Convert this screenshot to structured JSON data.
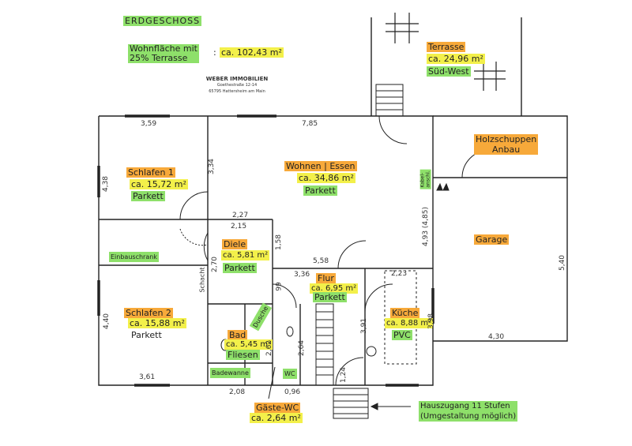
{
  "floor_title": "ERDGESCHOSS",
  "living_area": {
    "label": "Wohnfläche mit\n25% Terrasse",
    "colon": ":",
    "value": "ca. 102,43 m²"
  },
  "logo": {
    "name": "WEBER IMMOBILIEN",
    "street": "Goethestraße 12-14",
    "city": "65795 Hattersheim am Main"
  },
  "rooms": {
    "schlafen1": {
      "name": "Schlafen 1",
      "area": "ca. 15,72 m²",
      "floor": "Parkett"
    },
    "schlafen2": {
      "name": "Schlafen 2",
      "area": "ca. 15,88 m²",
      "floor": "Parkett"
    },
    "wohnen": {
      "name": "Wohnen | Essen",
      "area": "ca. 34,86 m²",
      "floor": "Parkett"
    },
    "diele": {
      "name": "Diele",
      "area": "ca. 5,81 m²",
      "floor": "Parkett"
    },
    "flur": {
      "name": "Flur",
      "area": "ca. 6,95 m²",
      "floor": "Parkett"
    },
    "bad": {
      "name": "Bad",
      "area": "ca. 5,45 m²",
      "floor": "Fliesen"
    },
    "kueche": {
      "name": "Küche",
      "area": "ca. 8,88 m²",
      "floor": "PVC"
    },
    "gaeste_wc": {
      "name": "Gäste-WC",
      "area": "ca. 2,64 m²"
    },
    "terrasse": {
      "name": "Terrasse",
      "area": "ca. 24,96 m²",
      "orientation": "Süd-West"
    },
    "holzschuppen": {
      "name": "Holzschuppen\nAnbau"
    },
    "garage": {
      "name": "Garage"
    }
  },
  "fixtures": {
    "einbauschrank": "Einbauschrank",
    "badewanne": "Badewanne",
    "dusche": "Dusche",
    "wc": "WC",
    "kabel": "Kabel-\nanschl.",
    "schacht": "Schacht"
  },
  "notes": {
    "hauszugang": "Hauszugang 11 Stufen\n(Umgestaltung möglich)"
  },
  "dimensions": {
    "d_359": "3,59",
    "d_785": "7,85",
    "d_438": "4,38",
    "d_334": "3,34",
    "d_227": "2,27",
    "d_215": "2,15",
    "d_158": "1,58",
    "d_270": "2,70",
    "d_558": "5,58",
    "d_336": "3,36",
    "d_99": "99",
    "d_223": "2,23",
    "d_493": "4,93 (4,85)",
    "d_540": "5,40",
    "d_440": "4,40",
    "d_262": "2,62",
    "d_264": "2,64",
    "d_391": "3,91",
    "d_398": "3,98",
    "d_430": "4,30",
    "d_361": "3,61",
    "d_208": "2,08",
    "d_096": "0,96",
    "d_124": "1,24"
  }
}
